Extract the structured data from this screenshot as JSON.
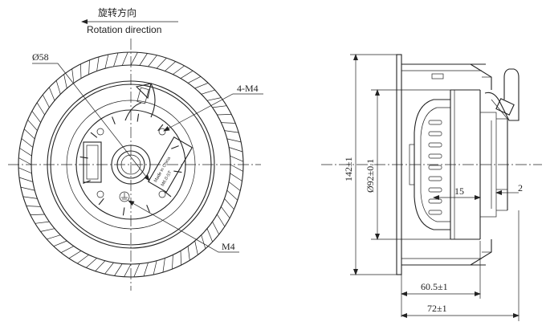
{
  "header": {
    "chinese_label": "旋转方向",
    "english_label": "Rotation direction"
  },
  "front_view": {
    "diameter_label": "Ø58",
    "holes_label": "4-M4",
    "screw_label": "M4",
    "label_text_1": "Made in China",
    "label_text_2": "M6.0-ST"
  },
  "side_view": {
    "height_label": "142±1",
    "inner_diameter_label": "Ø92±0.1",
    "depth_15_label": "15",
    "gap_label": "2",
    "width_1_label": "60.5±1",
    "width_2_label": "72±1"
  },
  "colors": {
    "line": "#222222",
    "background": "#ffffff"
  }
}
